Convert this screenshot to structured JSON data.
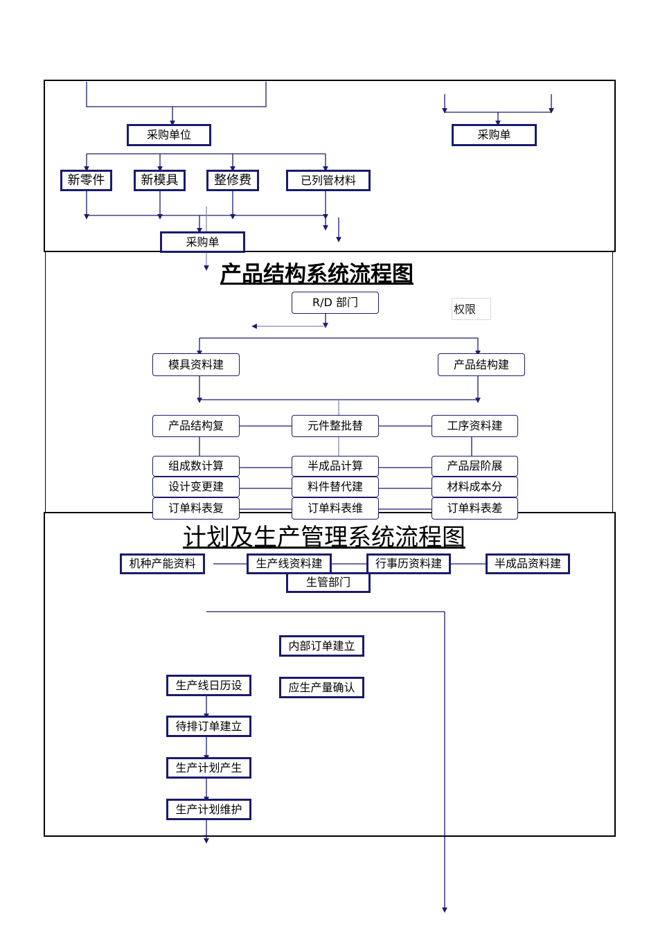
{
  "purchase": {
    "unit": "采购单位",
    "order_right": "采购单",
    "new_parts": "新零件",
    "new_mold": "新模具",
    "repair_fee": "整修费",
    "listed_material": "已列管材料",
    "order_bottom": "采购单"
  },
  "bom": {
    "title": "产品结构系统流程图",
    "rd_dept": "R/D 部门",
    "permission": "权限",
    "mold_data": "模具资料建",
    "product_structure": "产品结构建",
    "structure_copy": "产品结构复",
    "component_batch": "元件整批替",
    "process_data": "工序资料建",
    "composition_calc": "组成数计算",
    "semi_calc": "半成品计算",
    "product_level": "产品层阶展",
    "design_change": "设计变更建",
    "substitute": "料件替代建",
    "material_cost": "材料成本分",
    "order_copy": "订单料表复",
    "order_maint": "订单料表维",
    "order_diff": "订单料表差"
  },
  "plan": {
    "title": "计划及生产管理系统流程图",
    "machine_capacity": "机种产能资料",
    "line_data": "生产线资料建",
    "calendar_data": "行事历资料建",
    "semi_data": "半成品资料建",
    "prod_dept": "生管部门",
    "internal_order": "内部订单建立",
    "required_qty": "应生产量确认",
    "line_calendar": "生产线日历设",
    "pending_order": "待排订单建立",
    "plan_generate": "生产计划产生",
    "plan_maint": "生产计划维护"
  }
}
